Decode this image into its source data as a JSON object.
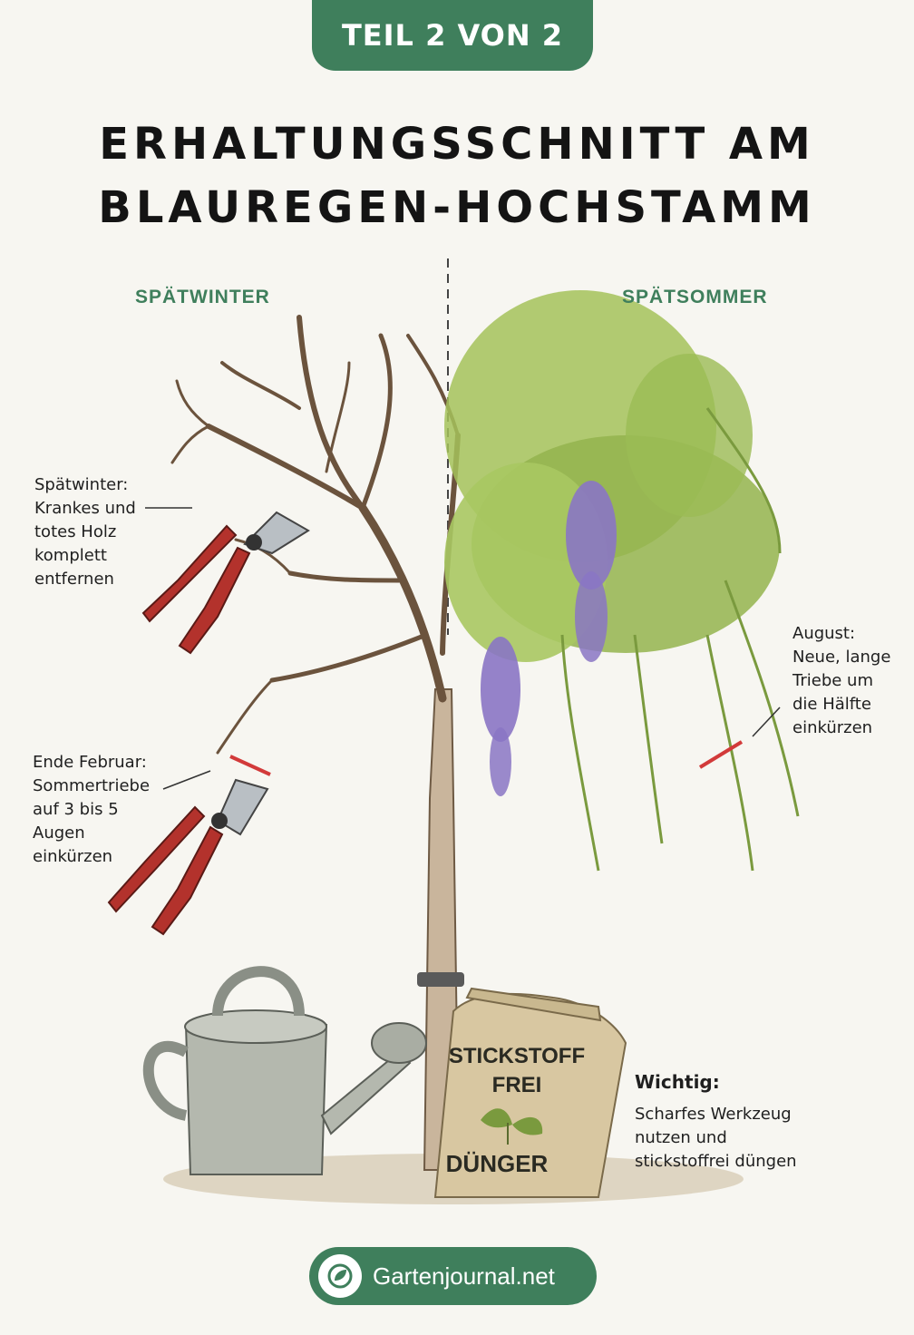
{
  "header": {
    "part_label": "TEIL 2 VON 2",
    "title_line1": "ERHALTUNGSSCHNITT AM",
    "title_line2": "BLAUREGEN-HOCHSTAMM"
  },
  "seasons": {
    "left": "SPÄTWINTER",
    "right": "SPÄTSOMMER"
  },
  "annotations": {
    "late_winter": [
      "Spätwinter:",
      "Krankes und",
      "totes Holz",
      "komplett",
      "entfernen"
    ],
    "end_february": [
      "Ende Februar:",
      "Sommertriebe",
      "auf 3 bis 5",
      "Augen",
      "einkürzen"
    ],
    "august": [
      "August:",
      "Neue, lange",
      "Triebe um",
      "die Hälfte",
      "einkürzen"
    ],
    "important_title": "Wichtig:",
    "important_text": [
      "Scharfes Werkzeug",
      "nutzen und",
      "stickstoffrei düngen"
    ]
  },
  "fertilizer_bag": {
    "line1": "STICKSTOFF",
    "line2": "FREI",
    "line3": "DÜNGER"
  },
  "footer": {
    "brand": "Gartenjournal.net",
    "logo_icon": "leaf-logo-icon"
  },
  "colors": {
    "accent_green": "#3f7f5c",
    "cut_mark_red": "#d23a3a",
    "pruner_handle": "#b3322c",
    "leaf_green": "#8fb04a",
    "wisteria_purple": "#8a76c4",
    "background": "#f7f6f1"
  }
}
